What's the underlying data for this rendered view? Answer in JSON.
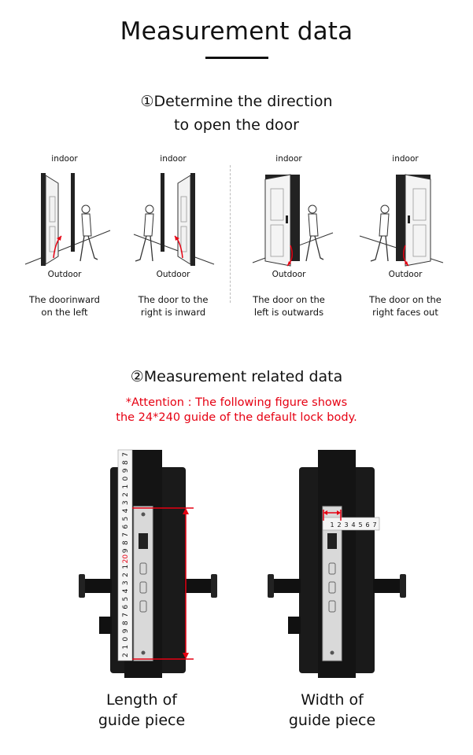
{
  "header": {
    "title": "Measurement data"
  },
  "section1": {
    "heading_line1": "①Determine the direction",
    "heading_line2": "to open the door"
  },
  "doors": [
    {
      "indoor": "indoor",
      "outdoor": "Outdoor",
      "caption_line1": "The doorinward",
      "caption_line2": "on the left"
    },
    {
      "indoor": "indoor",
      "outdoor": "Outdoor",
      "caption_line1": "The door to the",
      "caption_line2": "right is inward"
    },
    {
      "indoor": "indoor",
      "outdoor": "Outdoor",
      "caption_line1": "The door on the",
      "caption_line2": "left is outwards"
    },
    {
      "indoor": "indoor",
      "outdoor": "Outdoor",
      "caption_line1": "The door on the",
      "caption_line2": "right faces out"
    }
  ],
  "section2": {
    "heading": "②Measurement related data",
    "attention_line1": "*Attention : The following figure shows",
    "attention_line2": "the 24*240 guide of the default lock body."
  },
  "ruler_vertical_marks": [
    "7",
    "8",
    "9",
    "0",
    "1",
    "2",
    "3",
    "4",
    "5",
    "6",
    "7",
    "8",
    "9",
    "20",
    "1",
    "2",
    "3",
    "4",
    "5",
    "6",
    "7",
    "8",
    "9",
    "0",
    "1",
    "2"
  ],
  "ruler_horizontal_marks": [
    "1",
    "2",
    "3",
    "4",
    "5",
    "6",
    "7"
  ],
  "figures": [
    {
      "caption_line1": "Length of",
      "caption_line2": "guide piece"
    },
    {
      "caption_line1": "Width of",
      "caption_line2": "guide piece"
    }
  ],
  "colors": {
    "accent_red": "#e60012",
    "lock_black": "#1a1a1a",
    "text": "#111111"
  }
}
